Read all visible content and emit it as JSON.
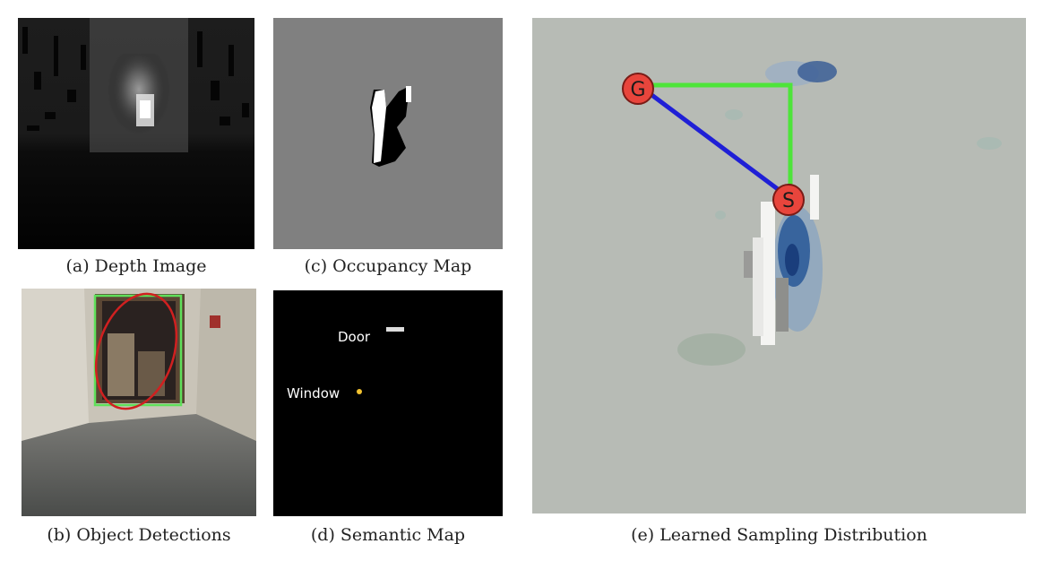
{
  "panels": {
    "a": {
      "caption": "(a) Depth Image"
    },
    "b": {
      "caption": "(b) Object Detections"
    },
    "c": {
      "caption": "(c) Occupancy Map"
    },
    "d": {
      "caption": "(d) Semantic Map",
      "labels": {
        "door": "Door",
        "window": "Window"
      }
    },
    "e": {
      "caption": "(e) Learned Sampling Distribution",
      "markers": {
        "goal": "G",
        "start": "S"
      }
    }
  },
  "colors": {
    "direct_path": "#1f1fd6",
    "grid_path": "#4ee43a",
    "marker_fill": "#e8453c",
    "detection_box": "#5fe05a",
    "detection_ellipse": "#d02020",
    "map_background": "#b7bbb5",
    "occupancy_unknown": "#808080",
    "window_marker": "#f2c230"
  }
}
